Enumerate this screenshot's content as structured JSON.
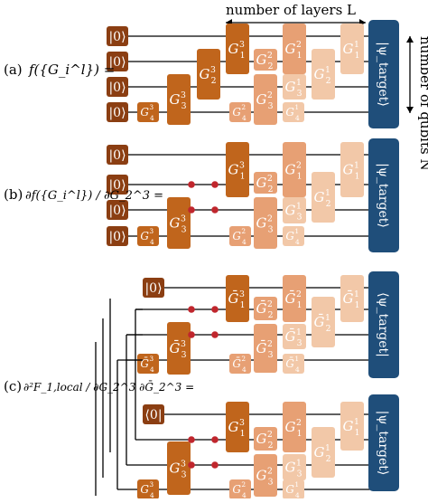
{
  "header": {
    "layers_label": "number of layers L",
    "qubits_label": "number of qubits N"
  },
  "colors": {
    "wire": "#000000",
    "dot": "#c0262d",
    "target": "#1f4e7a",
    "layer3": "#c0651c",
    "layer2": "#e7a074",
    "layer1": "#f2c8a8",
    "ket": "#8b3e12"
  },
  "panel_a": {
    "label": "(a)",
    "formula": "f({G_i^l}) =",
    "inputs": [
      "|0⟩",
      "|0⟩",
      "|0⟩",
      "|0⟩"
    ],
    "target": "|ψ_target⟩",
    "gates": [
      "G_4^3",
      "G_3^3",
      "G_2^3",
      "G_1^3",
      "G_4^2",
      "G_3^2",
      "G_2^2",
      "G_1^2",
      "G_4^1",
      "G_3^1",
      "G_2^1",
      "G_1^1"
    ]
  },
  "panel_b": {
    "label": "(b)",
    "formula": "∂f({G_i^l}) / ∂G_2^3 =",
    "inputs": [
      "|0⟩",
      "|0⟩",
      "|0⟩",
      "|0⟩"
    ],
    "target": "|ψ_target⟩",
    "gates": [
      "G_4^3",
      "G_3^3",
      "G_1^3",
      "G_4^2",
      "G_3^2",
      "G_2^2",
      "G_1^2",
      "G_4^1",
      "G_3^1",
      "G_2^1",
      "G_1^1"
    ]
  },
  "panel_c": {
    "label": "(c)",
    "formula": "∂²F_1,local / ∂G_2^3 ∂Ḡ_2^3 =",
    "inputs": [
      "|0⟩",
      "⟨0|"
    ],
    "target_bra": "⟨ψ_target|",
    "target_ket": "|ψ_target⟩",
    "gates_top": [
      "Ḡ_4^3",
      "Ḡ_3^3",
      "Ḡ_1^3",
      "Ḡ_4^2",
      "Ḡ_3^2",
      "Ḡ_2^2",
      "Ḡ_1^2",
      "Ḡ_4^1",
      "Ḡ_3^1",
      "Ḡ_2^1",
      "Ḡ_1^1"
    ],
    "gates_bottom": [
      "G_4^3",
      "G_3^3",
      "G_1^3",
      "G_4^2",
      "G_3^2",
      "G_2^2",
      "G_1^2",
      "G_4^1",
      "G_3^1",
      "G_2^1",
      "G_1^1"
    ]
  }
}
